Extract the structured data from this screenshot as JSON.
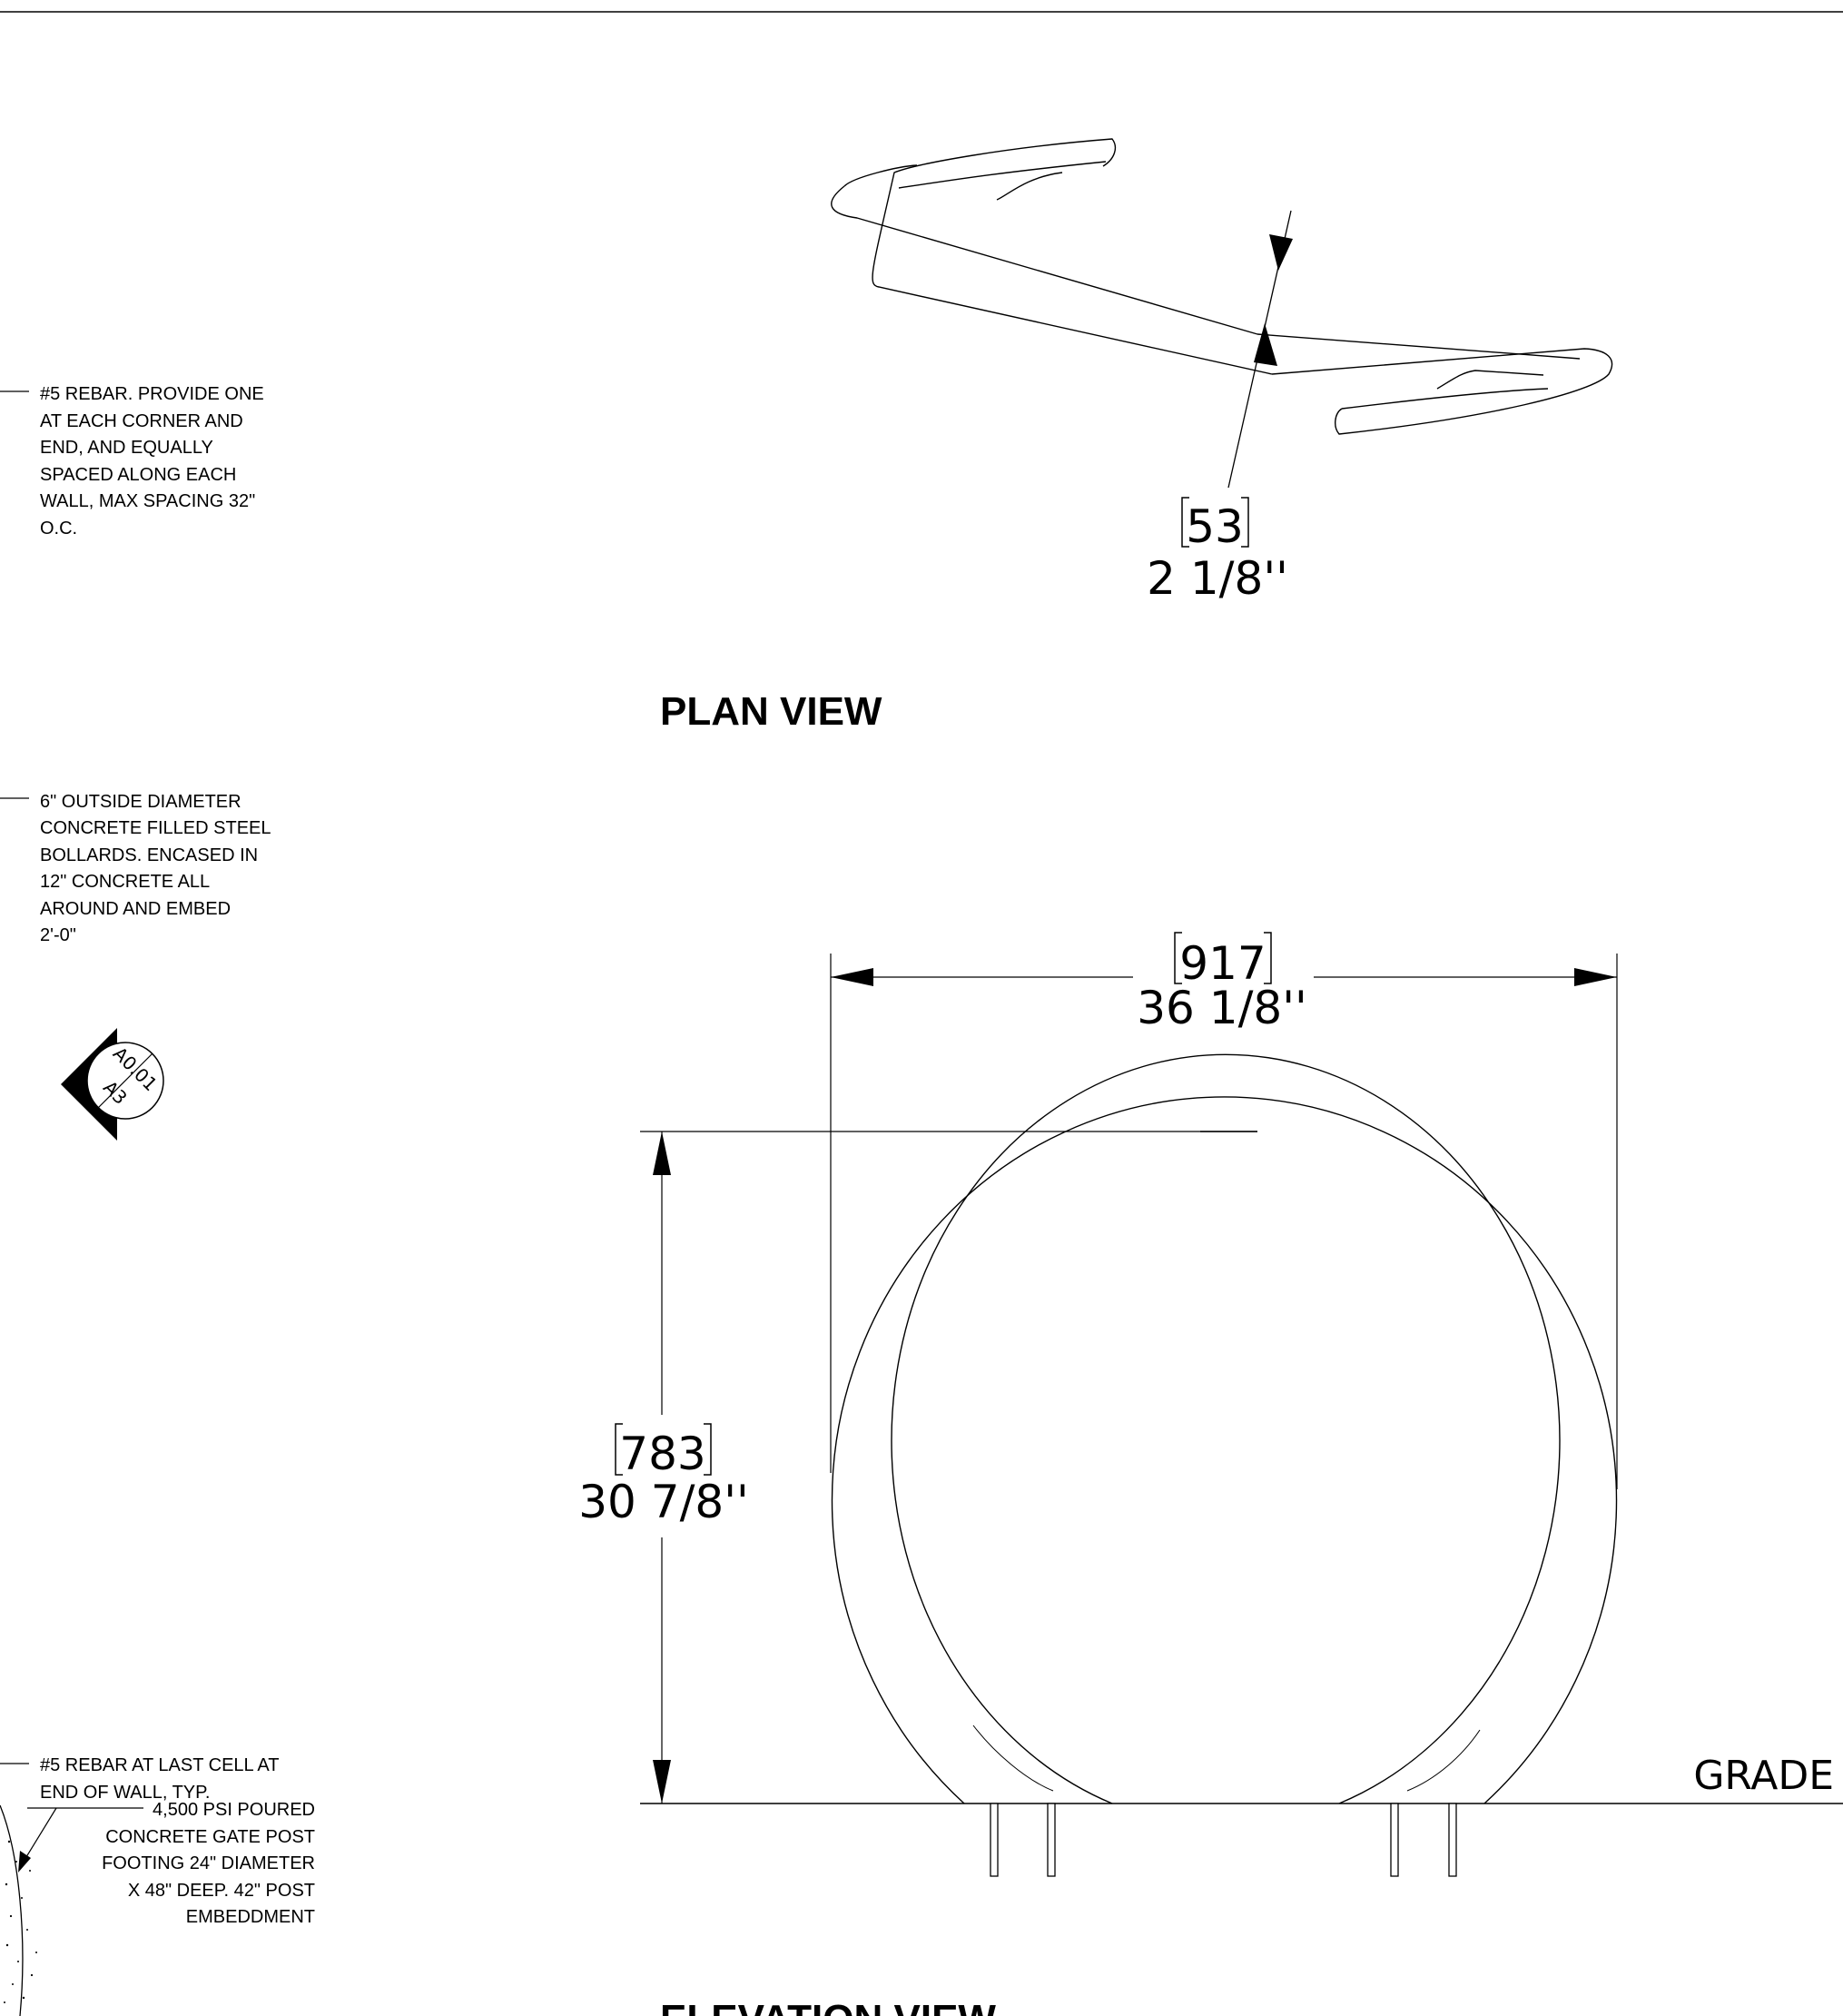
{
  "notes": {
    "rebar_corner": [
      "#5 REBAR. PROVIDE ONE",
      "AT EACH CORNER AND",
      "END, AND EQUALLY",
      "SPACED ALONG EACH",
      "WALL, MAX SPACING 32\"",
      "O.C."
    ],
    "bollards": [
      "6\" OUTSIDE DIAMETER",
      "CONCRETE FILLED STEEL",
      "BOLLARDS. ENCASED IN",
      "12\" CONCRETE ALL",
      "AROUND AND EMBED",
      "2'-0\""
    ],
    "rebar_last_cell": [
      "#5 REBAR AT LAST CELL AT",
      "END OF WALL, TYP."
    ],
    "footing": [
      "4,500 PSI POURED",
      "CONCRETE GATE POST",
      "FOOTING 24\" DIAMETER",
      "X 48\" DEEP. 42\" POST",
      "EMBEDDMENT"
    ]
  },
  "section_tag": {
    "top": "A0.01",
    "bottom": "A3"
  },
  "plan_view": {
    "title": "PLAN VIEW",
    "thickness_dim": {
      "metric": "53",
      "imperial": "2 1/8''"
    }
  },
  "elevation_view": {
    "title": "ELEVATION VIEW",
    "width_dim": {
      "metric": "917",
      "imperial": "36 1/8''"
    },
    "height_dim": {
      "metric": "783",
      "imperial": "30 7/8''"
    },
    "grade_label": "GRADE"
  }
}
